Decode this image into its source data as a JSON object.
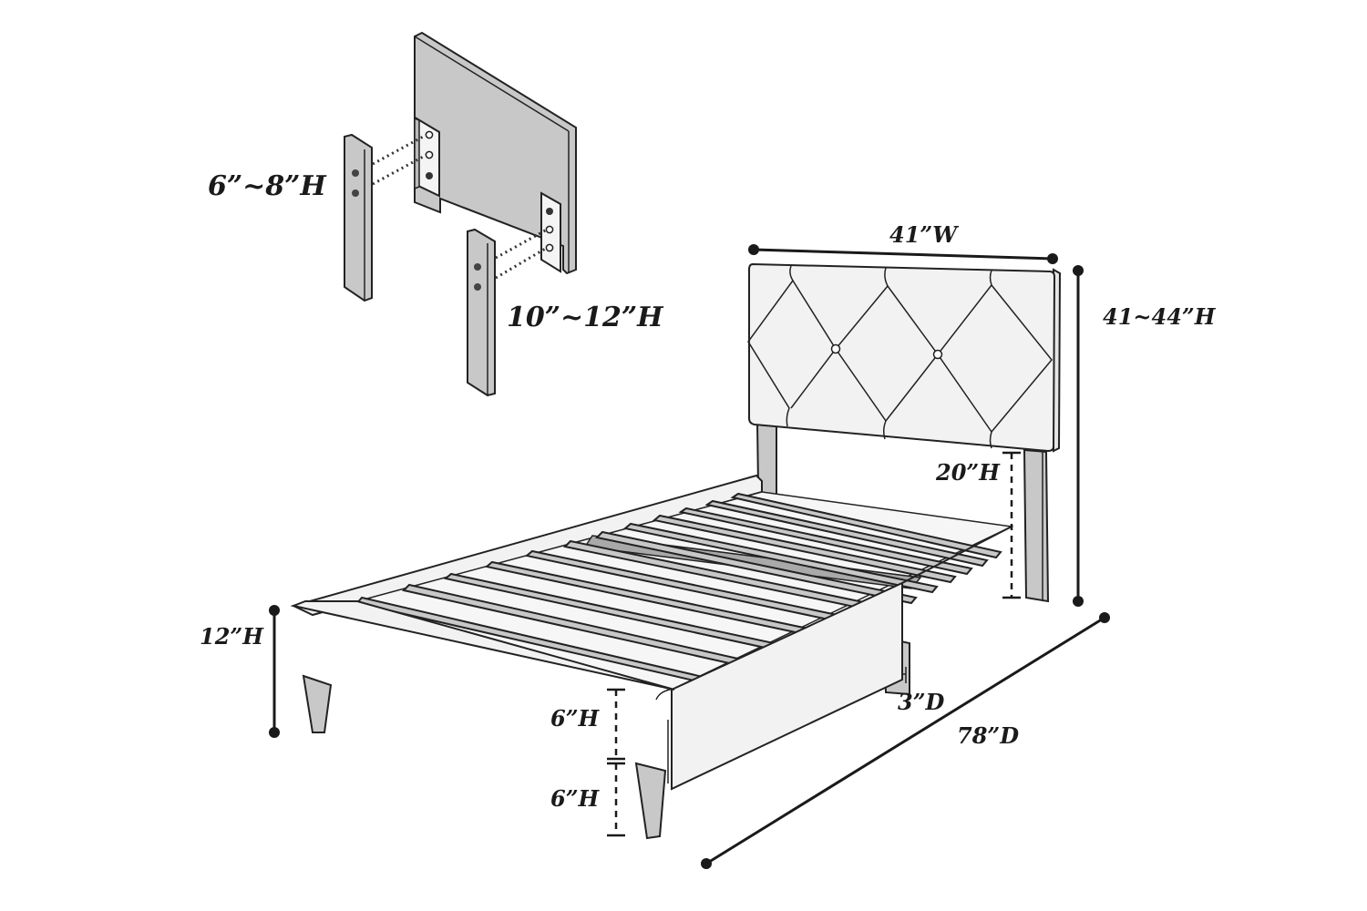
{
  "diagram": {
    "subject": "Twin upholstered platform bed with adjustable-height headboard",
    "colors": {
      "outline": "#222222",
      "wood": "#c8c8c8",
      "upholstery": "#f2f2f2",
      "background": "#ffffff"
    },
    "exploded_view": {
      "short_leg_label": "6”~8”H",
      "long_leg_label": "10”~12”H"
    },
    "assembled_view": {
      "headboard_width_label": "41”W",
      "total_height_label": "41~44”H",
      "headboard_clearance_label": "20”H",
      "bed_height_label": "12”H",
      "rail_height_label": "6”H",
      "leg_height_label": "6”H",
      "center_leg_depth_label": "3”D",
      "length_label": "78”D"
    }
  }
}
